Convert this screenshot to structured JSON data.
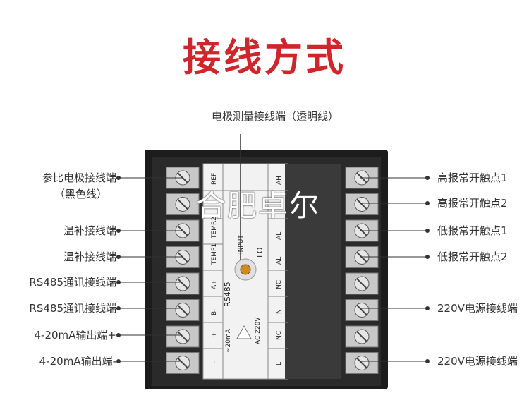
{
  "title": "接线方式",
  "top_label": "电极测量接线端（透明线）",
  "left_labels": [
    {
      "text": "参比电极接线端",
      "sub": "（黑色线）"
    },
    {
      "text": "温补接线端"
    },
    {
      "text": "温补接线端"
    },
    {
      "text": "RS485通讯接线端"
    },
    {
      "text": "RS485通讯接线端"
    },
    {
      "text": "4-20mA输出端+"
    },
    {
      "text": "4-20mA输出端-"
    }
  ],
  "right_labels": [
    "高报常开触点1",
    "高报常开触点2",
    "低报常开触点1",
    "低报常开触点2",
    "220V电源接线端",
    "220V电源接线端"
  ],
  "panel_left": [
    "REF",
    "TEMR2",
    "TEMP1",
    "A+",
    "B-",
    "+",
    "-"
  ],
  "panel_left_groups": [
    "RS485",
    "~20mA"
  ],
  "panel_center": [
    "INPUT",
    "LO"
  ],
  "panel_right": [
    "AH",
    "AL",
    "AL",
    "NC",
    "N",
    "NC",
    "L"
  ],
  "panel_right_group": "AC 220V",
  "watermark": "合肥卓尔",
  "colors": {
    "title": "#d0262b",
    "device": "#1e1e1e",
    "panel": "#f2f2f2",
    "terminal": "#bdbdbd"
  }
}
